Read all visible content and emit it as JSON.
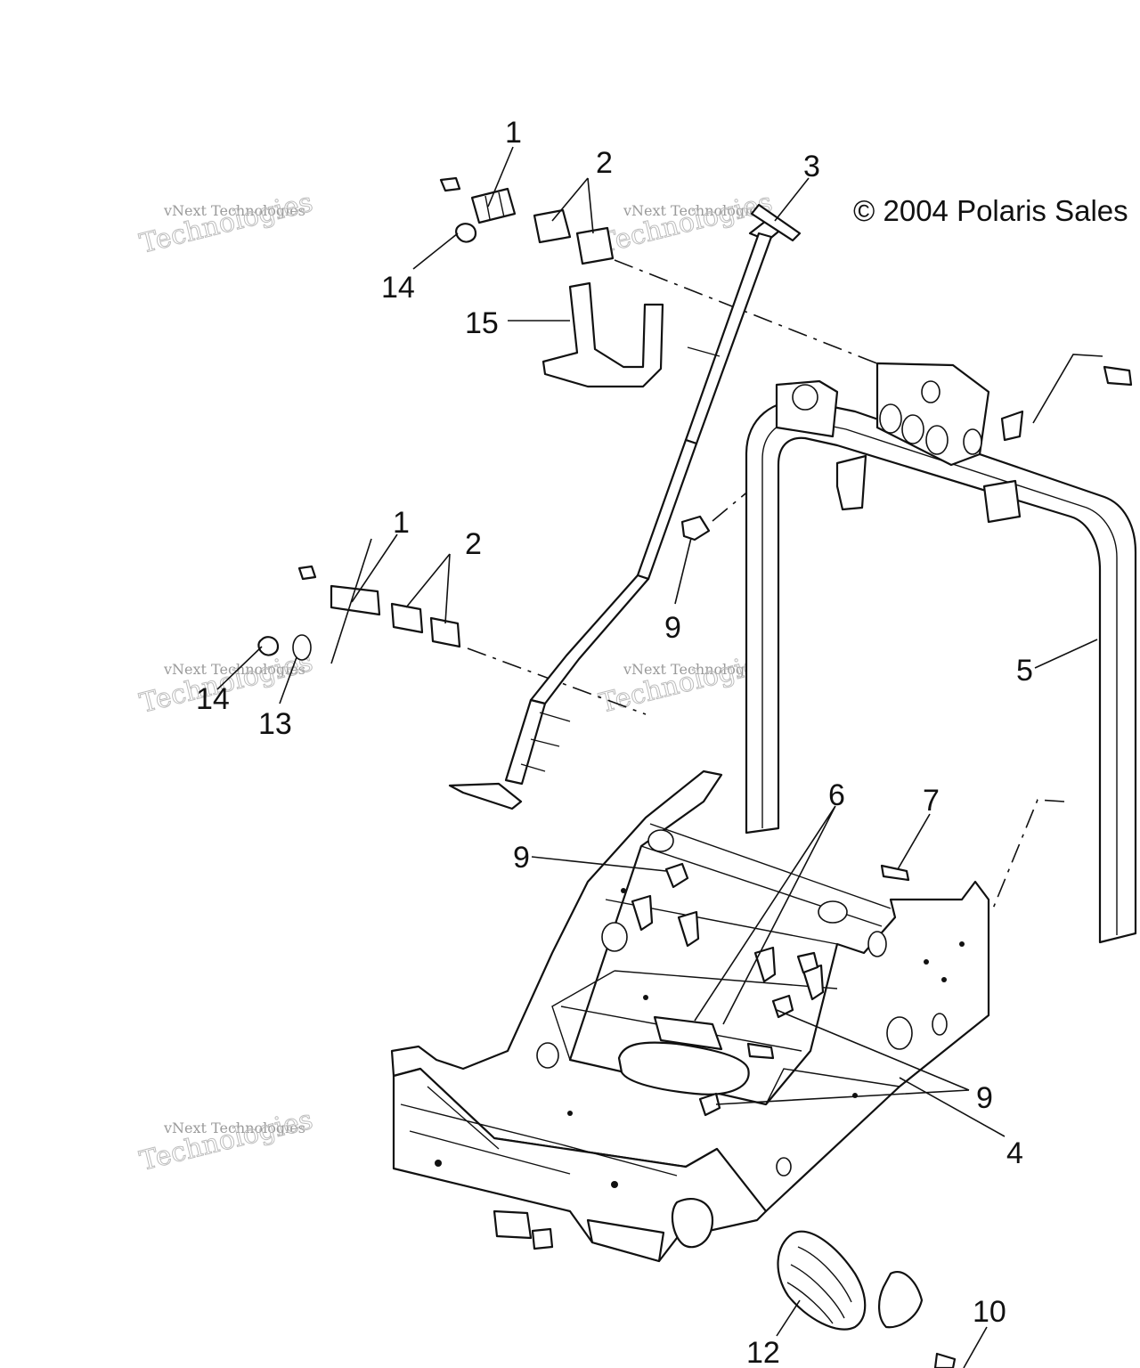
{
  "copyright": "© 2004 Polaris Sales",
  "watermark": {
    "line1": "vNext Technologies",
    "line2": "Technologies"
  },
  "callouts": [
    {
      "id": "c1a",
      "text": "1"
    },
    {
      "id": "c2a",
      "text": "2"
    },
    {
      "id": "c3",
      "text": "3"
    },
    {
      "id": "c14a",
      "text": "14"
    },
    {
      "id": "c15",
      "text": "15"
    },
    {
      "id": "c1b",
      "text": "1"
    },
    {
      "id": "c2b",
      "text": "2"
    },
    {
      "id": "c9a",
      "text": "9"
    },
    {
      "id": "c5",
      "text": "5"
    },
    {
      "id": "c14b",
      "text": "14"
    },
    {
      "id": "c13",
      "text": "13"
    },
    {
      "id": "c6",
      "text": "6"
    },
    {
      "id": "c7",
      "text": "7"
    },
    {
      "id": "c9b",
      "text": "9"
    },
    {
      "id": "c9c",
      "text": "9"
    },
    {
      "id": "c4",
      "text": "4"
    },
    {
      "id": "c10",
      "text": "10"
    },
    {
      "id": "c12",
      "text": "12"
    }
  ]
}
